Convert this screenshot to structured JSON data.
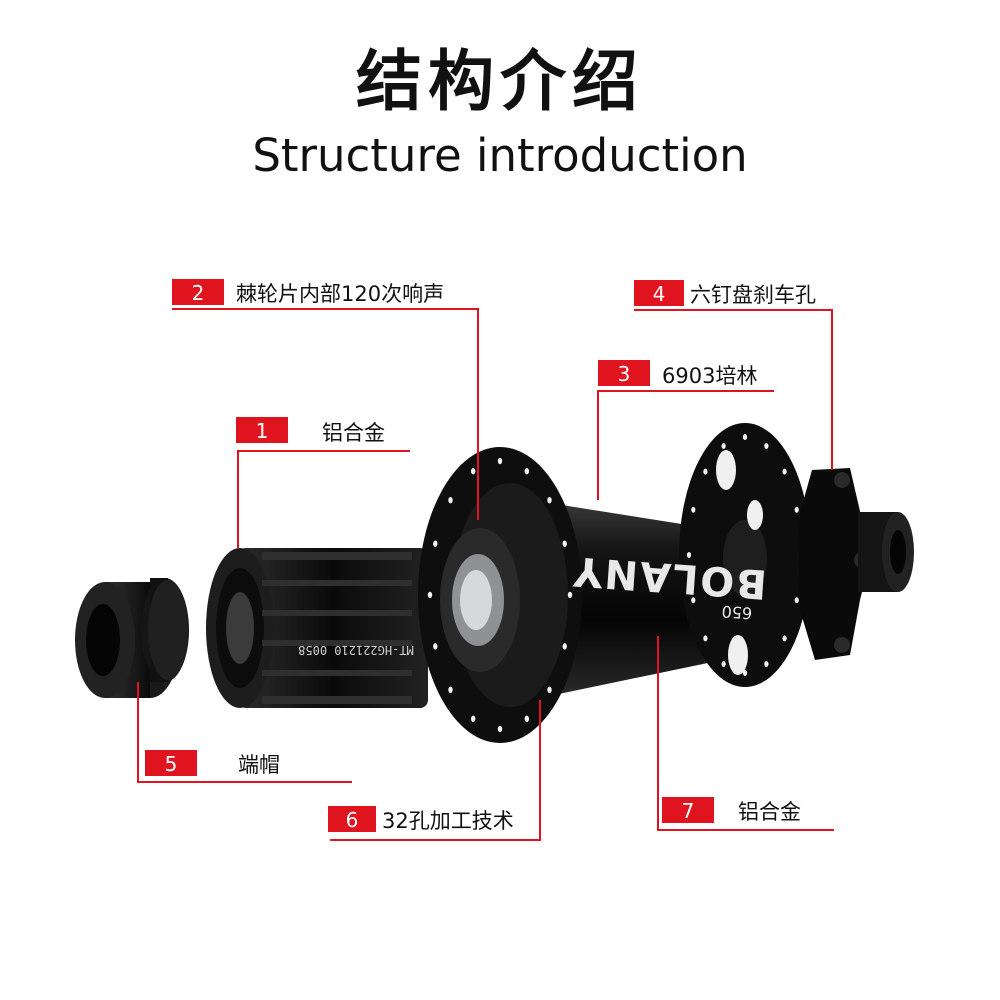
{
  "header": {
    "title_zh": "结构介绍",
    "title_en": "Structure introduction"
  },
  "product": {
    "hub_brand": "BOLANY",
    "hub_model": "650",
    "freehub_marking": "MT-HG221210 0058"
  },
  "colors": {
    "accent_red": "#e0141e",
    "hub_black": "#0d0d0d",
    "text": "#111111"
  },
  "callouts": [
    {
      "num": "1",
      "label": "铝合金"
    },
    {
      "num": "2",
      "label": "棘轮片内部120次响声"
    },
    {
      "num": "3",
      "label": "6903培林"
    },
    {
      "num": "4",
      "label": "六钉盘刹车孔"
    },
    {
      "num": "5",
      "label": "端帽"
    },
    {
      "num": "6",
      "label": "32孔加工技术"
    },
    {
      "num": "7",
      "label": "铝合金"
    }
  ]
}
